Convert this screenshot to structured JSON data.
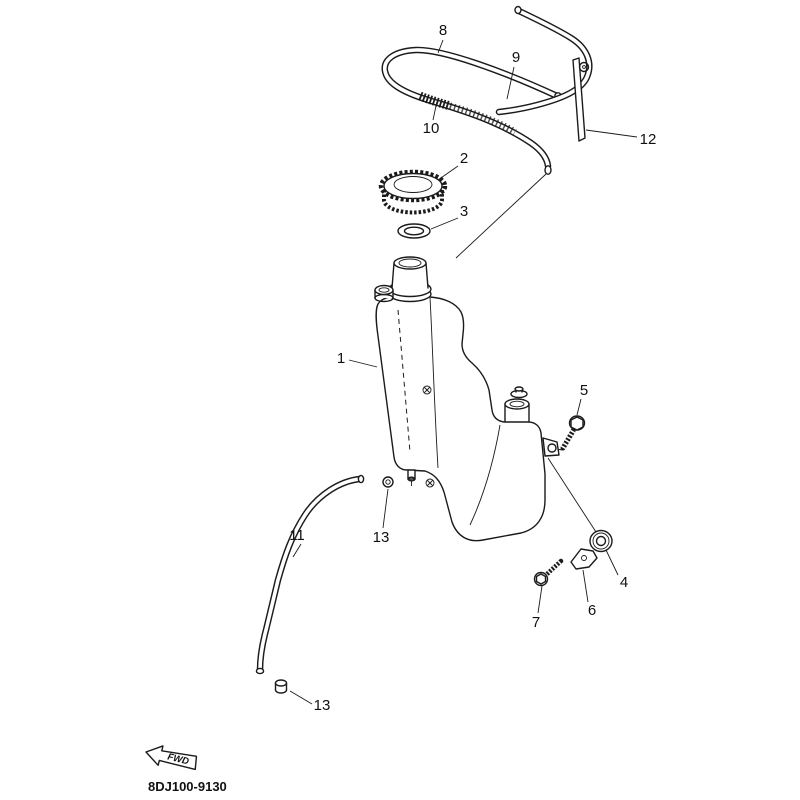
{
  "diagram": {
    "part_code": "8DJ100-9130",
    "fwd_label": "FWD",
    "callouts": [
      {
        "label": "8"
      },
      {
        "label": "9"
      },
      {
        "label": "10"
      },
      {
        "label": "12"
      },
      {
        "label": "2"
      },
      {
        "label": "3"
      },
      {
        "label": "1"
      },
      {
        "label": "5"
      },
      {
        "label": "13"
      },
      {
        "label": "11"
      },
      {
        "label": "4"
      },
      {
        "label": "6"
      },
      {
        "label": "7"
      },
      {
        "label": "13"
      }
    ]
  }
}
